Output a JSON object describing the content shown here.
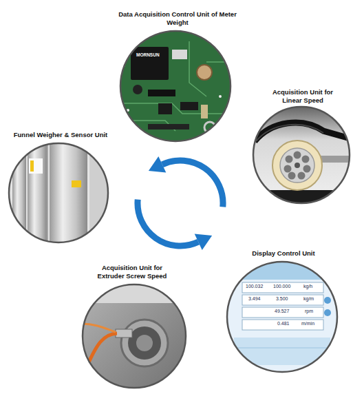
{
  "diagram": {
    "nodes": [
      {
        "text": [
          "Data Acquisition Control Unit of Meter Weight"
        ]
      },
      {
        "text": [
          "Acquisition Unit for Linear Speed"
        ]
      },
      {
        "text": [
          "Funnel Weigher & Sensor Unit"
        ]
      },
      {
        "text": [
          "Display Control Unit"
        ]
      },
      {
        "text": [
          "Acquisition Unit for Extruder Screw Speed"
        ]
      }
    ],
    "labels": [
      "MORNSUN",
      "100.032",
      "100.000",
      "kg/h",
      "3.494",
      "3.500",
      "kg/m",
      "49.527",
      "rpm",
      "0.481",
      "m/min"
    ]
  }
}
